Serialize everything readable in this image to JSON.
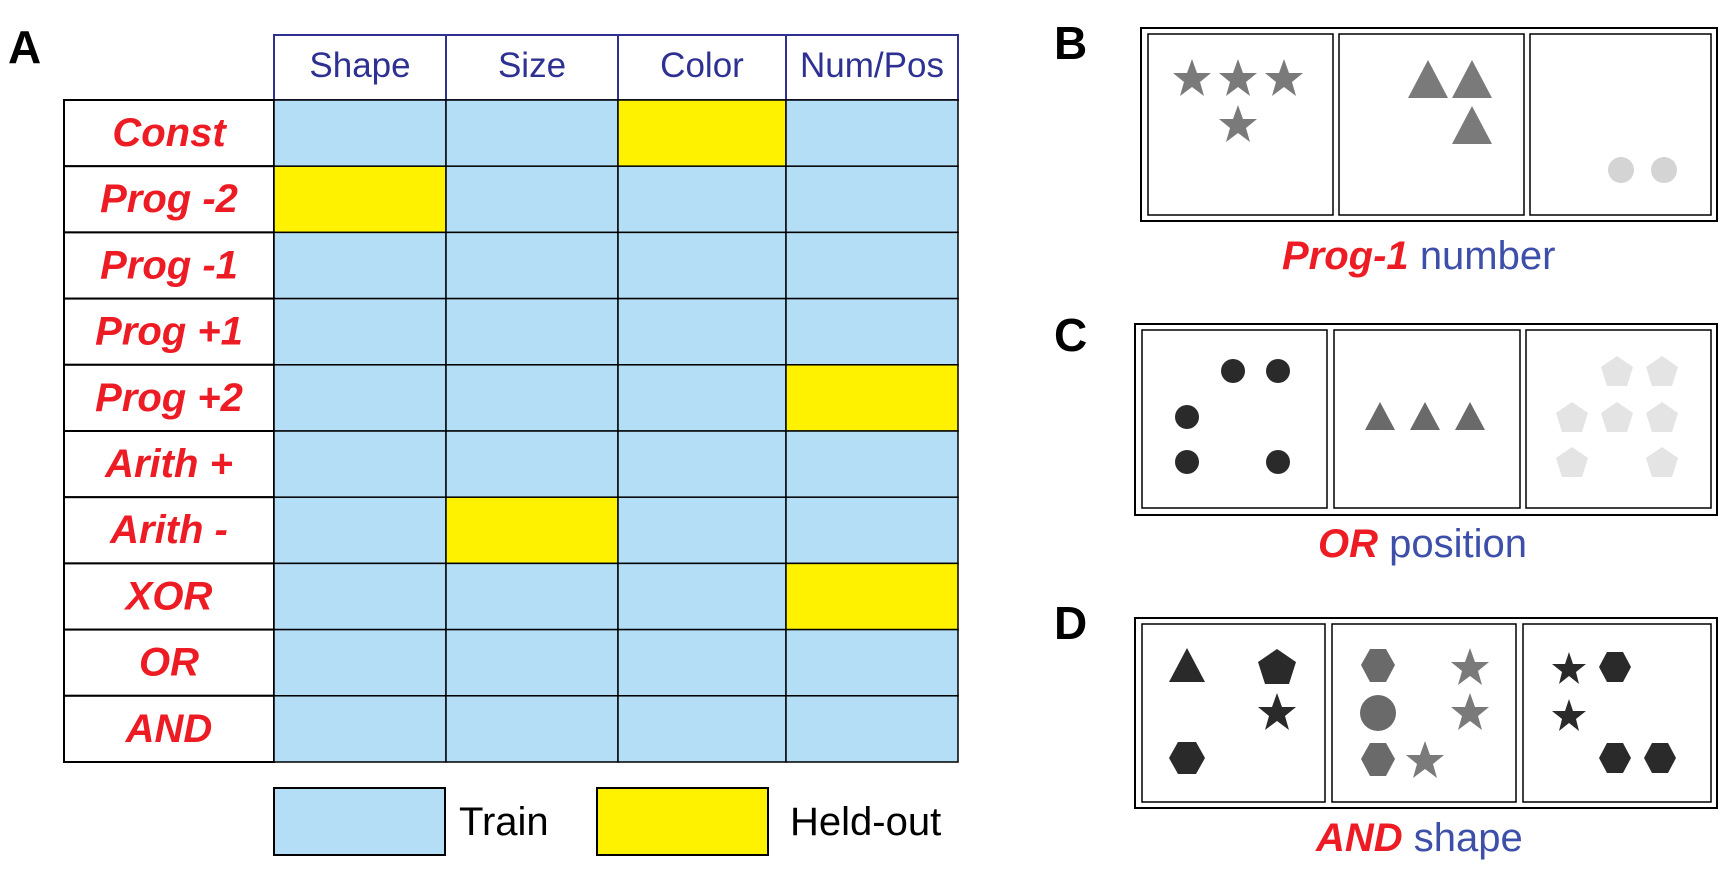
{
  "panels": {
    "a": {
      "letter": "A"
    },
    "b": {
      "letter": "B",
      "caption_rule": "Prog-1",
      "caption_attr": "number"
    },
    "c": {
      "letter": "C",
      "caption_rule": "OR",
      "caption_attr": "position"
    },
    "d": {
      "letter": "D",
      "caption_rule": "AND",
      "caption_attr": "shape"
    }
  },
  "table": {
    "columns": [
      "Shape",
      "Size",
      "Color",
      "Num/Pos"
    ],
    "rows": [
      "Const",
      "Prog -2",
      "Prog -1",
      "Prog +1",
      "Prog +2",
      "Arith +",
      "Arith -",
      "XOR",
      "OR",
      "AND"
    ],
    "held_out": [
      [
        0,
        2
      ],
      [
        1,
        0
      ],
      [
        4,
        3
      ],
      [
        6,
        1
      ],
      [
        7,
        3
      ]
    ]
  },
  "legend": {
    "train": "Train",
    "held_out": "Held-out"
  },
  "colors": {
    "train": "#b3def5",
    "held_out": "#fff200",
    "rule_text": "#ed1c24",
    "column_text": "#2e3192",
    "caption_attr_text": "#3d4fa8",
    "shape_mid_gray": "#7a7a7a",
    "shape_light_gray": "#d4d4d4",
    "shape_dark": "#2a2a2a"
  }
}
